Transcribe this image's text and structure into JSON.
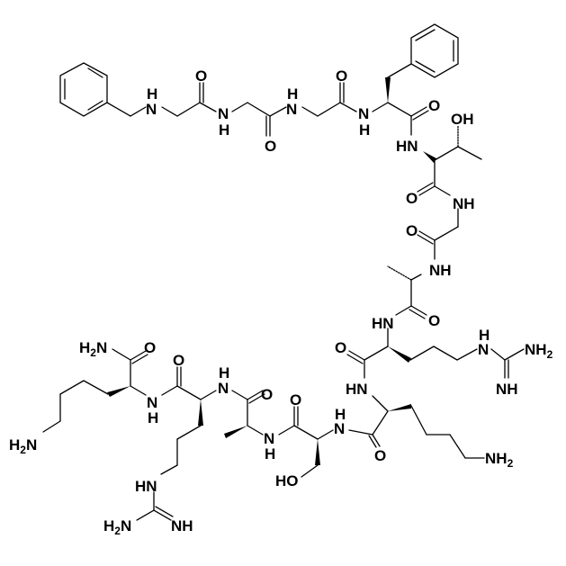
{
  "diagram": {
    "type": "chemical-structure",
    "description": "Peptide skeletal formula: N-benzyl-Gly-Gly-Gly-Phe-Thr-Gly-Ala-Arg-Lys-Ser-Ala-Arg-Lys-NH2",
    "residues": [
      "Bn-Gly",
      "Gly",
      "Gly",
      "Phe",
      "Thr",
      "Gly",
      "Ala",
      "Arg",
      "Lys",
      "Ser",
      "Ala",
      "Arg",
      "Lys-NH2"
    ],
    "labels": {
      "nh_benzyl": "H|N",
      "o1": "O",
      "nh1": "N|H",
      "nh2": "H|N",
      "o2": "O",
      "o3": "O",
      "nh3": "N|H",
      "o_phe": "O",
      "hn_thr": "HN",
      "oh_thr": "OH",
      "o_thr": "O",
      "nh_gly": "NH",
      "o_gly": "O",
      "nh_ala": "NH",
      "hn_arg": "HN",
      "o_ala": "O",
      "o_arg": "O",
      "guan_nh": "H|N",
      "guan_nh2": "NH2",
      "guan_nh_imine": "NH",
      "hn_lys": "HN",
      "o_lys": "O",
      "nh2_lys": "NH2",
      "nh_ser": "H|N",
      "o_ser": "O",
      "ho_ser": "HO",
      "nh_ala2": "N|H",
      "o_ala2": "O",
      "nh_arg2": "H|N",
      "o_arg2": "O",
      "nh_lys2": "N|H",
      "h2n_amide": "H2N",
      "o_amide": "O",
      "h2n_lys2": "H2N",
      "hn_guan2": "HN",
      "h2n_guan2": "H2N",
      "nh_guan2": "NH"
    }
  }
}
